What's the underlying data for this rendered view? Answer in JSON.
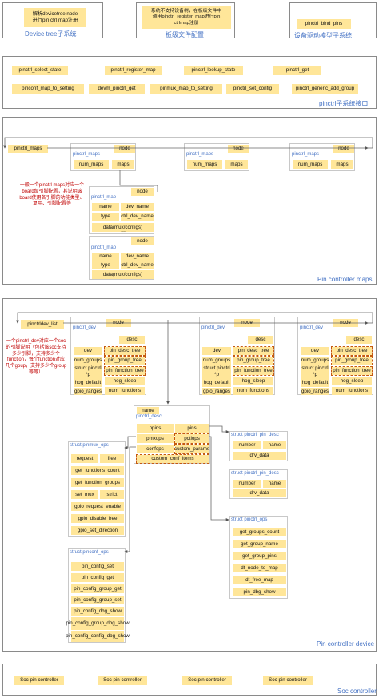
{
  "top": {
    "device_tree": {
      "box1": "解析devicetree node",
      "box2": "进行pin ctrl map注册",
      "caption": "Device tree子系统"
    },
    "board": {
      "line1": "系统不支持设备树，在板级文件中",
      "line2": "调用pinctrl_register_map进行pin",
      "line3": "ctrlmap注册",
      "caption": "板级文件配置"
    },
    "driver_model": {
      "box": "pinctrl_bind_pins",
      "caption": "设备驱动模型子系统"
    }
  },
  "api": {
    "row1": [
      "pinctrl_select_state",
      "pinctrl_register_map",
      "pinctrl_lookup_state",
      "pinctrl_get"
    ],
    "row2": [
      "pinconf_map_to_setting",
      "devm_pinctrl_get",
      "pinmux_map_to_setting",
      "pinctrl_set_config",
      "pinctrl_generic_add_group"
    ],
    "caption": "pinctrl子系统接口"
  },
  "maps": {
    "list_head": "pinctrl_maps",
    "struct_title": "pinctrl_maps",
    "node": "node",
    "num_maps": "num_maps",
    "maps": "maps",
    "map_title": "pinctrl_map",
    "map_fields": [
      "name",
      "dev_name",
      "type",
      "ctrl_dev_name",
      "data(mux/configs)"
    ],
    "dots": "...",
    "note": "一般一个pinctrl maps对应一个board级引脚配置，其说明该board使用各引脚的功能类型、复用、引脚配置等",
    "caption": "Pin controller maps"
  },
  "devices": {
    "list_head": "pinctrldev_list",
    "dev_title": "pinctrl_dev",
    "node": "node",
    "desc": "desc",
    "fields_left": [
      "dev",
      "num_groups",
      "struct pinctrl *p",
      "hog_default",
      "gpio_ranges"
    ],
    "fields_right": [
      "pin_desc_tree",
      "pin_group_tree",
      "pin_function_tree",
      "hog_sleep",
      "num_functions"
    ],
    "note": "一个pinctrl_dev对应一个soc的引脚说明（包括该soc支持多少引脚，支持多少个function，每个function对应几个goup，支持多少个group等等）",
    "desc_title": "pinctrl_desc",
    "desc_fields": [
      "name",
      "npins",
      "pins",
      "pmxops",
      "pctlops",
      "confops",
      "custom_params",
      "custom_conf_items"
    ],
    "pinmux_title": "struct pinmux_ops",
    "pinmux_fields": [
      "request",
      "free",
      "get_functions_count",
      "get_function_groups",
      "set_mux",
      "strict",
      "gpio_request_enable",
      "gpio_disable_free",
      "gpio_set_direction"
    ],
    "pinconf_title": "struct pinconf_ops",
    "pinconf_fields": [
      "pin_config_set",
      "pin_config_get",
      "pin_config_group_get",
      "pin_config_group_set",
      "pin_config_dbg_show",
      "pin_config_group_dbg_show",
      "pin_config_config_dbg_show"
    ],
    "pindesc_title": "struct pinctrl_pin_desc",
    "pindesc_fields": [
      "number",
      "name",
      "drv_data"
    ],
    "dots": "...",
    "pctlops_title": "struct pinctrl_ops",
    "pctlops_fields": [
      "get_groups_count",
      "get_group_name",
      "get_group_pins",
      "dt_node_to_map",
      "dt_free_map",
      "pin_dbg_show"
    ],
    "caption": "Pin controller device"
  },
  "soc": {
    "items": [
      "Soc pin controller",
      "Soc pin controller",
      "Soc pin controller",
      "Soc pin controller"
    ],
    "caption": "Soc controller"
  }
}
